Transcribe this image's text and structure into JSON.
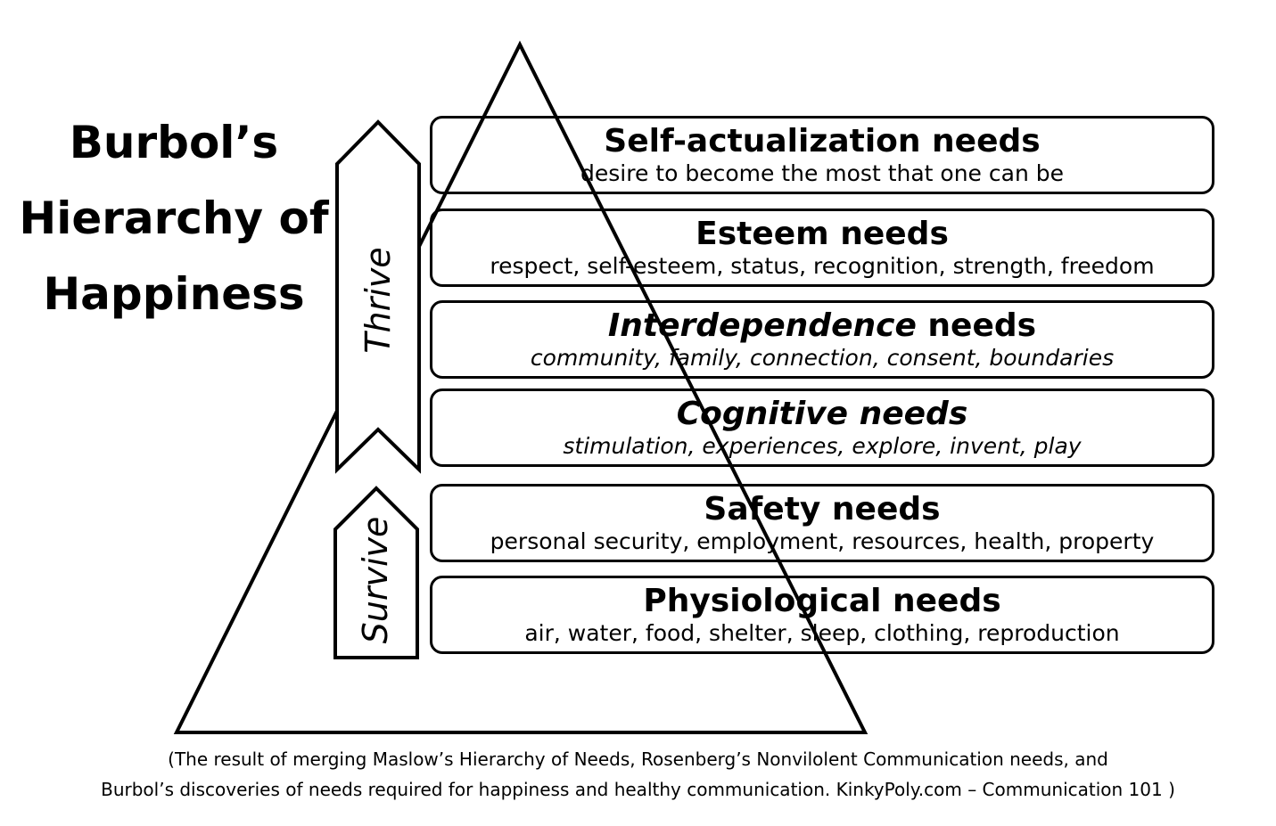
{
  "title": {
    "line1": "Burbol’s",
    "line2": "Hierarchy of",
    "line3": "Happiness"
  },
  "arrows": {
    "thrive": "Thrive",
    "survive": "Survive"
  },
  "levels": [
    {
      "heading": "Self-actualization needs",
      "heading_italic_part": "",
      "heading_rest": "Self-actualization needs",
      "description": "desire to become the most that one can be",
      "description_italic": false
    },
    {
      "heading": "Esteem needs",
      "heading_italic_part": "",
      "heading_rest": "Esteem needs",
      "description": "respect, self-esteem, status, recognition, strength, freedom",
      "description_italic": false
    },
    {
      "heading": "Interdependence needs",
      "heading_italic_part": "Interdependence",
      "heading_rest": " needs",
      "description": "community, family, connection, consent, boundaries",
      "description_italic": true
    },
    {
      "heading": "Cognitive needs",
      "heading_italic_part": "Cognitive needs",
      "heading_rest": "",
      "description": "stimulation, experiences, explore, invent, play",
      "description_italic": true
    },
    {
      "heading": "Safety needs",
      "heading_italic_part": "",
      "heading_rest": "Safety needs",
      "description": "personal security, employment, resources, health, property",
      "description_italic": false
    },
    {
      "heading": "Physiological needs",
      "heading_italic_part": "",
      "heading_rest": "Physiological needs",
      "description": "air, water, food, shelter, sleep, clothing, reproduction",
      "description_italic": false
    }
  ],
  "caption": {
    "line1": "(The result of merging Maslow’s Hierarchy of Needs, Rosenberg’s Nonvilolent Communication needs, and",
    "line2": "Burbol’s discoveries of needs required for happiness and healthy communication.  KinkyPoly.com – Communication 101 )"
  },
  "colors": {
    "stroke": "#000000",
    "background": "#ffffff"
  }
}
